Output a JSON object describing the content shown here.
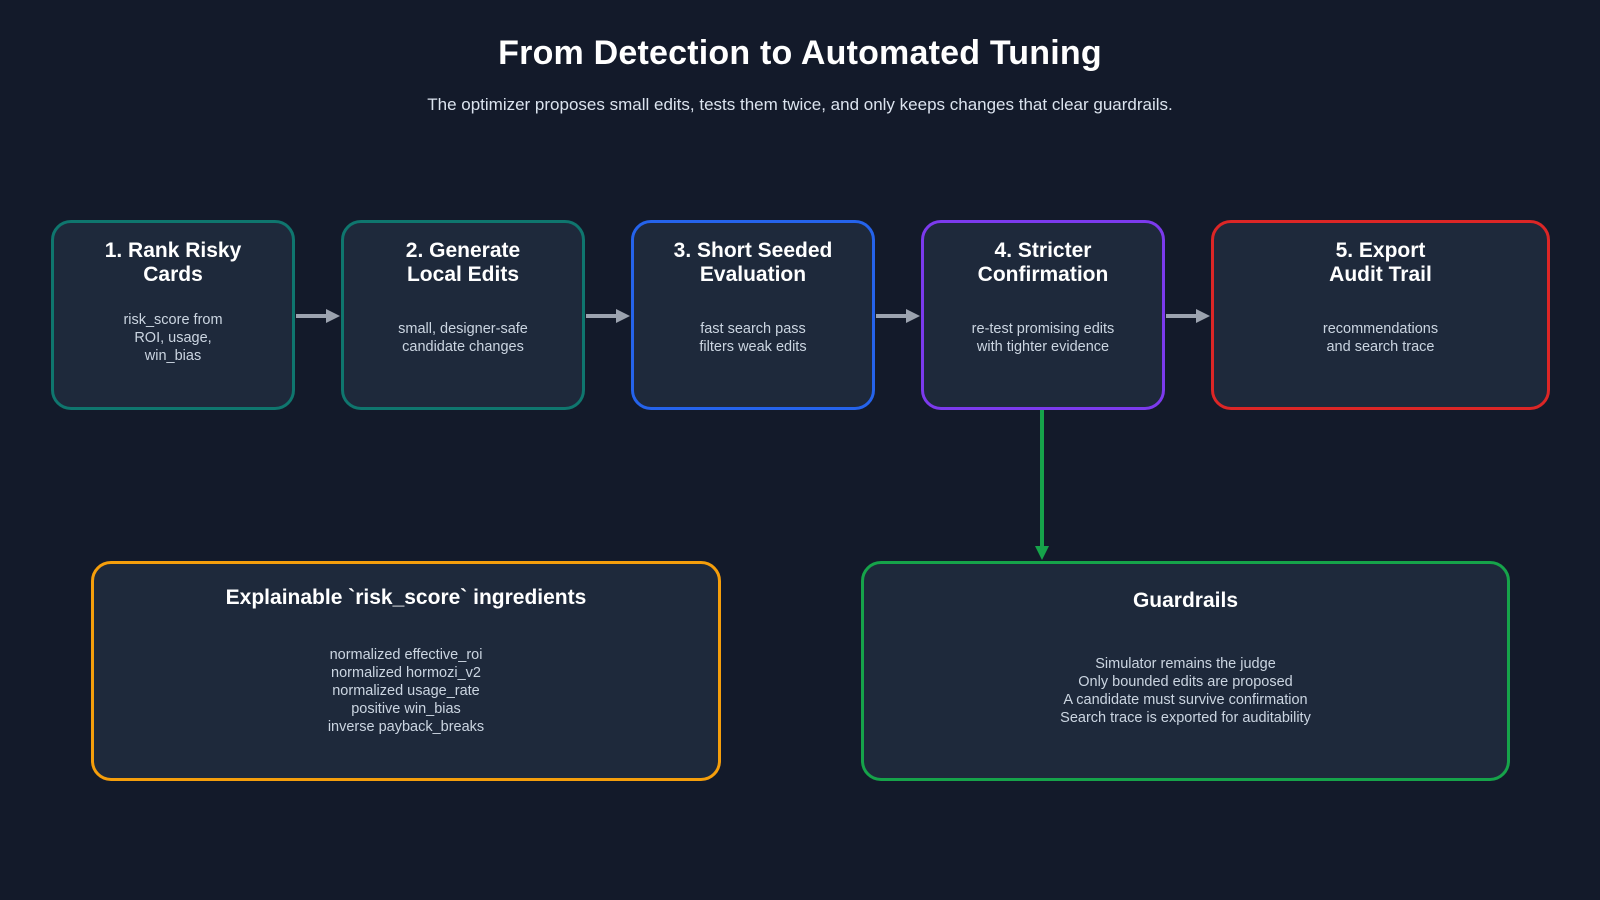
{
  "header": {
    "title": "From Detection to Automated Tuning",
    "subtitle": "The optimizer proposes small edits, tests them twice, and only keeps changes that clear guardrails."
  },
  "steps": [
    {
      "title": "1. Rank Risky\nCards",
      "body": "risk_score from\nROI, usage,\nwin_bias",
      "color": "#0f766e"
    },
    {
      "title": "2. Generate\nLocal Edits",
      "body": "small, designer-safe\ncandidate changes",
      "color": "#0f766e"
    },
    {
      "title": "3. Short Seeded\nEvaluation",
      "body": "fast search pass\nfilters weak edits",
      "color": "#2563eb"
    },
    {
      "title": "4. Stricter\nConfirmation",
      "body": "re-test promising edits\nwith tighter evidence",
      "color": "#7c3aed"
    },
    {
      "title": "5. Export\nAudit Trail",
      "body": "recommendations\nand search trace",
      "color": "#dc2626"
    }
  ],
  "ingredients": {
    "title": "Explainable `risk_score` ingredients",
    "color": "#f59e0b",
    "items": [
      "normalized effective_roi",
      "normalized hormozi_v2",
      "normalized usage_rate",
      "positive win_bias",
      "inverse payback_breaks"
    ]
  },
  "guardrails": {
    "title": "Guardrails",
    "color": "#16a34a",
    "items": [
      "Simulator remains the judge",
      "Only bounded edits are proposed",
      "A candidate must survive confirmation",
      "Search trace is exported for auditability"
    ]
  },
  "connectors": {
    "arrow_color": "#9ca3af",
    "guardrail_link_color": "#16a34a"
  }
}
